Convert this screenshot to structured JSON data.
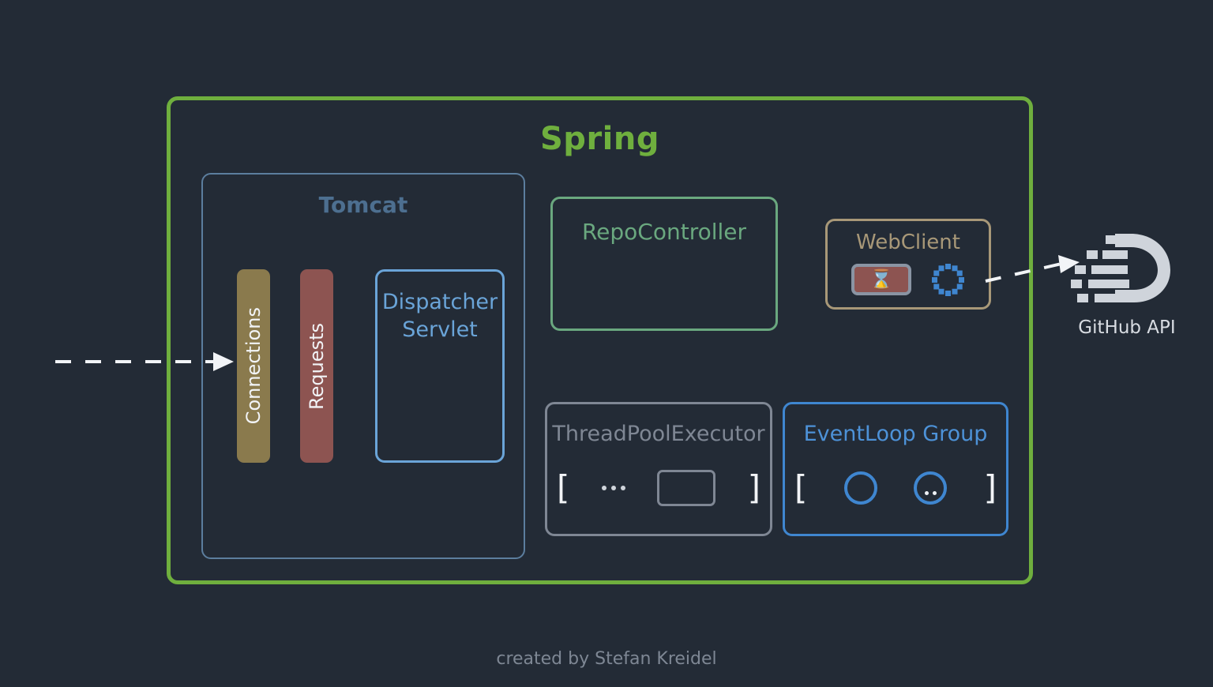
{
  "diagram": {
    "title": "Spring",
    "footer": "created by Stefan Kreidel",
    "colors": {
      "background": "#232b36",
      "spring_green": "#6faf3e",
      "tomcat_blue": "#4d6f90",
      "repo_green": "#6aa87f",
      "webclient_tan": "#a89878",
      "threadpool_gray": "#7f8794",
      "eventloop_blue": "#3f86d0",
      "connections_khaki": "#8a7a4d",
      "requests_red": "#8d5451",
      "dispatcher_blue": "#6aa4d8",
      "arrow_white": "#f2f4f7",
      "footer_gray": "#7e8794"
    }
  },
  "spring": {
    "title": "Spring"
  },
  "tomcat": {
    "title": "Tomcat",
    "connections_label": "Connections",
    "requests_label": "Requests",
    "dispatcher": {
      "line1": "Dispatcher",
      "line2": "Servlet"
    }
  },
  "repo_controller": {
    "title": "RepoController"
  },
  "web_client": {
    "title": "WebClient",
    "blocked_icon": "hourglass-icon",
    "blocked_glyph": "⌛",
    "spinner_icon": "loading-spinner-icon"
  },
  "thread_pool": {
    "title": "ThreadPoolExecutor",
    "bracket_open": "[",
    "bracket_close": "]",
    "ellipsis": "...",
    "task_slot": "task-slot-rect"
  },
  "event_loop": {
    "title": "EventLoop Group",
    "bracket_open": "[",
    "bracket_close": "]",
    "loop_empty": "event-loop-circle",
    "loop_busy": "event-loop-circle-with-tasks"
  },
  "github": {
    "label": "GitHub API",
    "icon": "cloud-api-icon"
  },
  "arrows": {
    "inbound": "incoming-http-request-arrow",
    "outbound": "webclient-to-github-arrow"
  }
}
